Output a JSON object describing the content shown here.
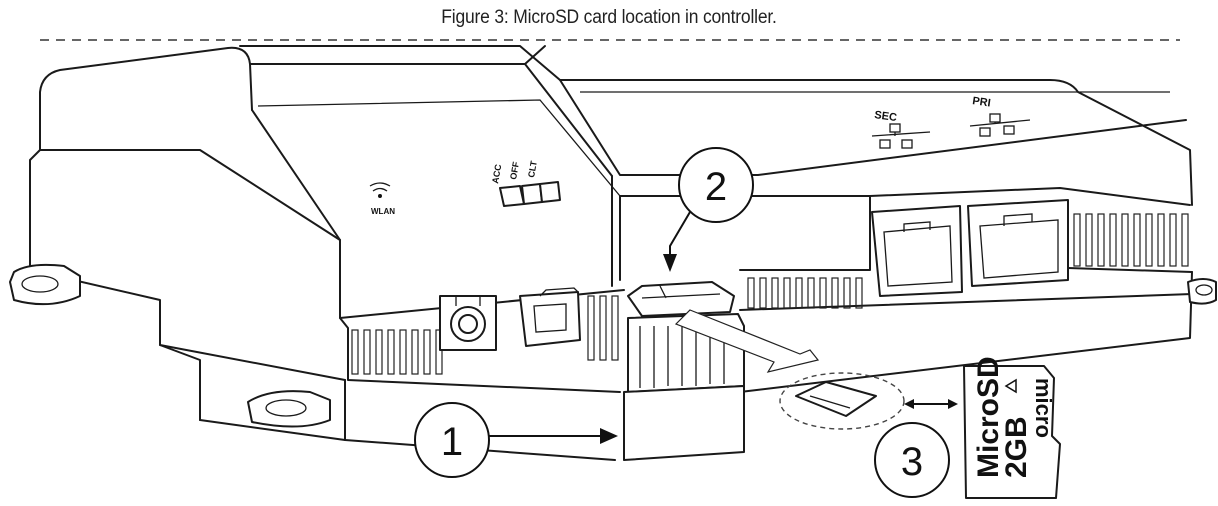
{
  "caption": "Figure 3: MicroSD card location in controller.",
  "device_labels": {
    "wlan": "WLAN",
    "leds": [
      "ACC",
      "OFF",
      "CLT"
    ],
    "port_sec": "SEC",
    "port_pri": "PRI"
  },
  "callouts": [
    {
      "number": "1"
    },
    {
      "number": "2"
    },
    {
      "number": "3"
    }
  ],
  "card": {
    "brand": "MicroSD",
    "capacity": "2GB",
    "logo": "micro"
  }
}
